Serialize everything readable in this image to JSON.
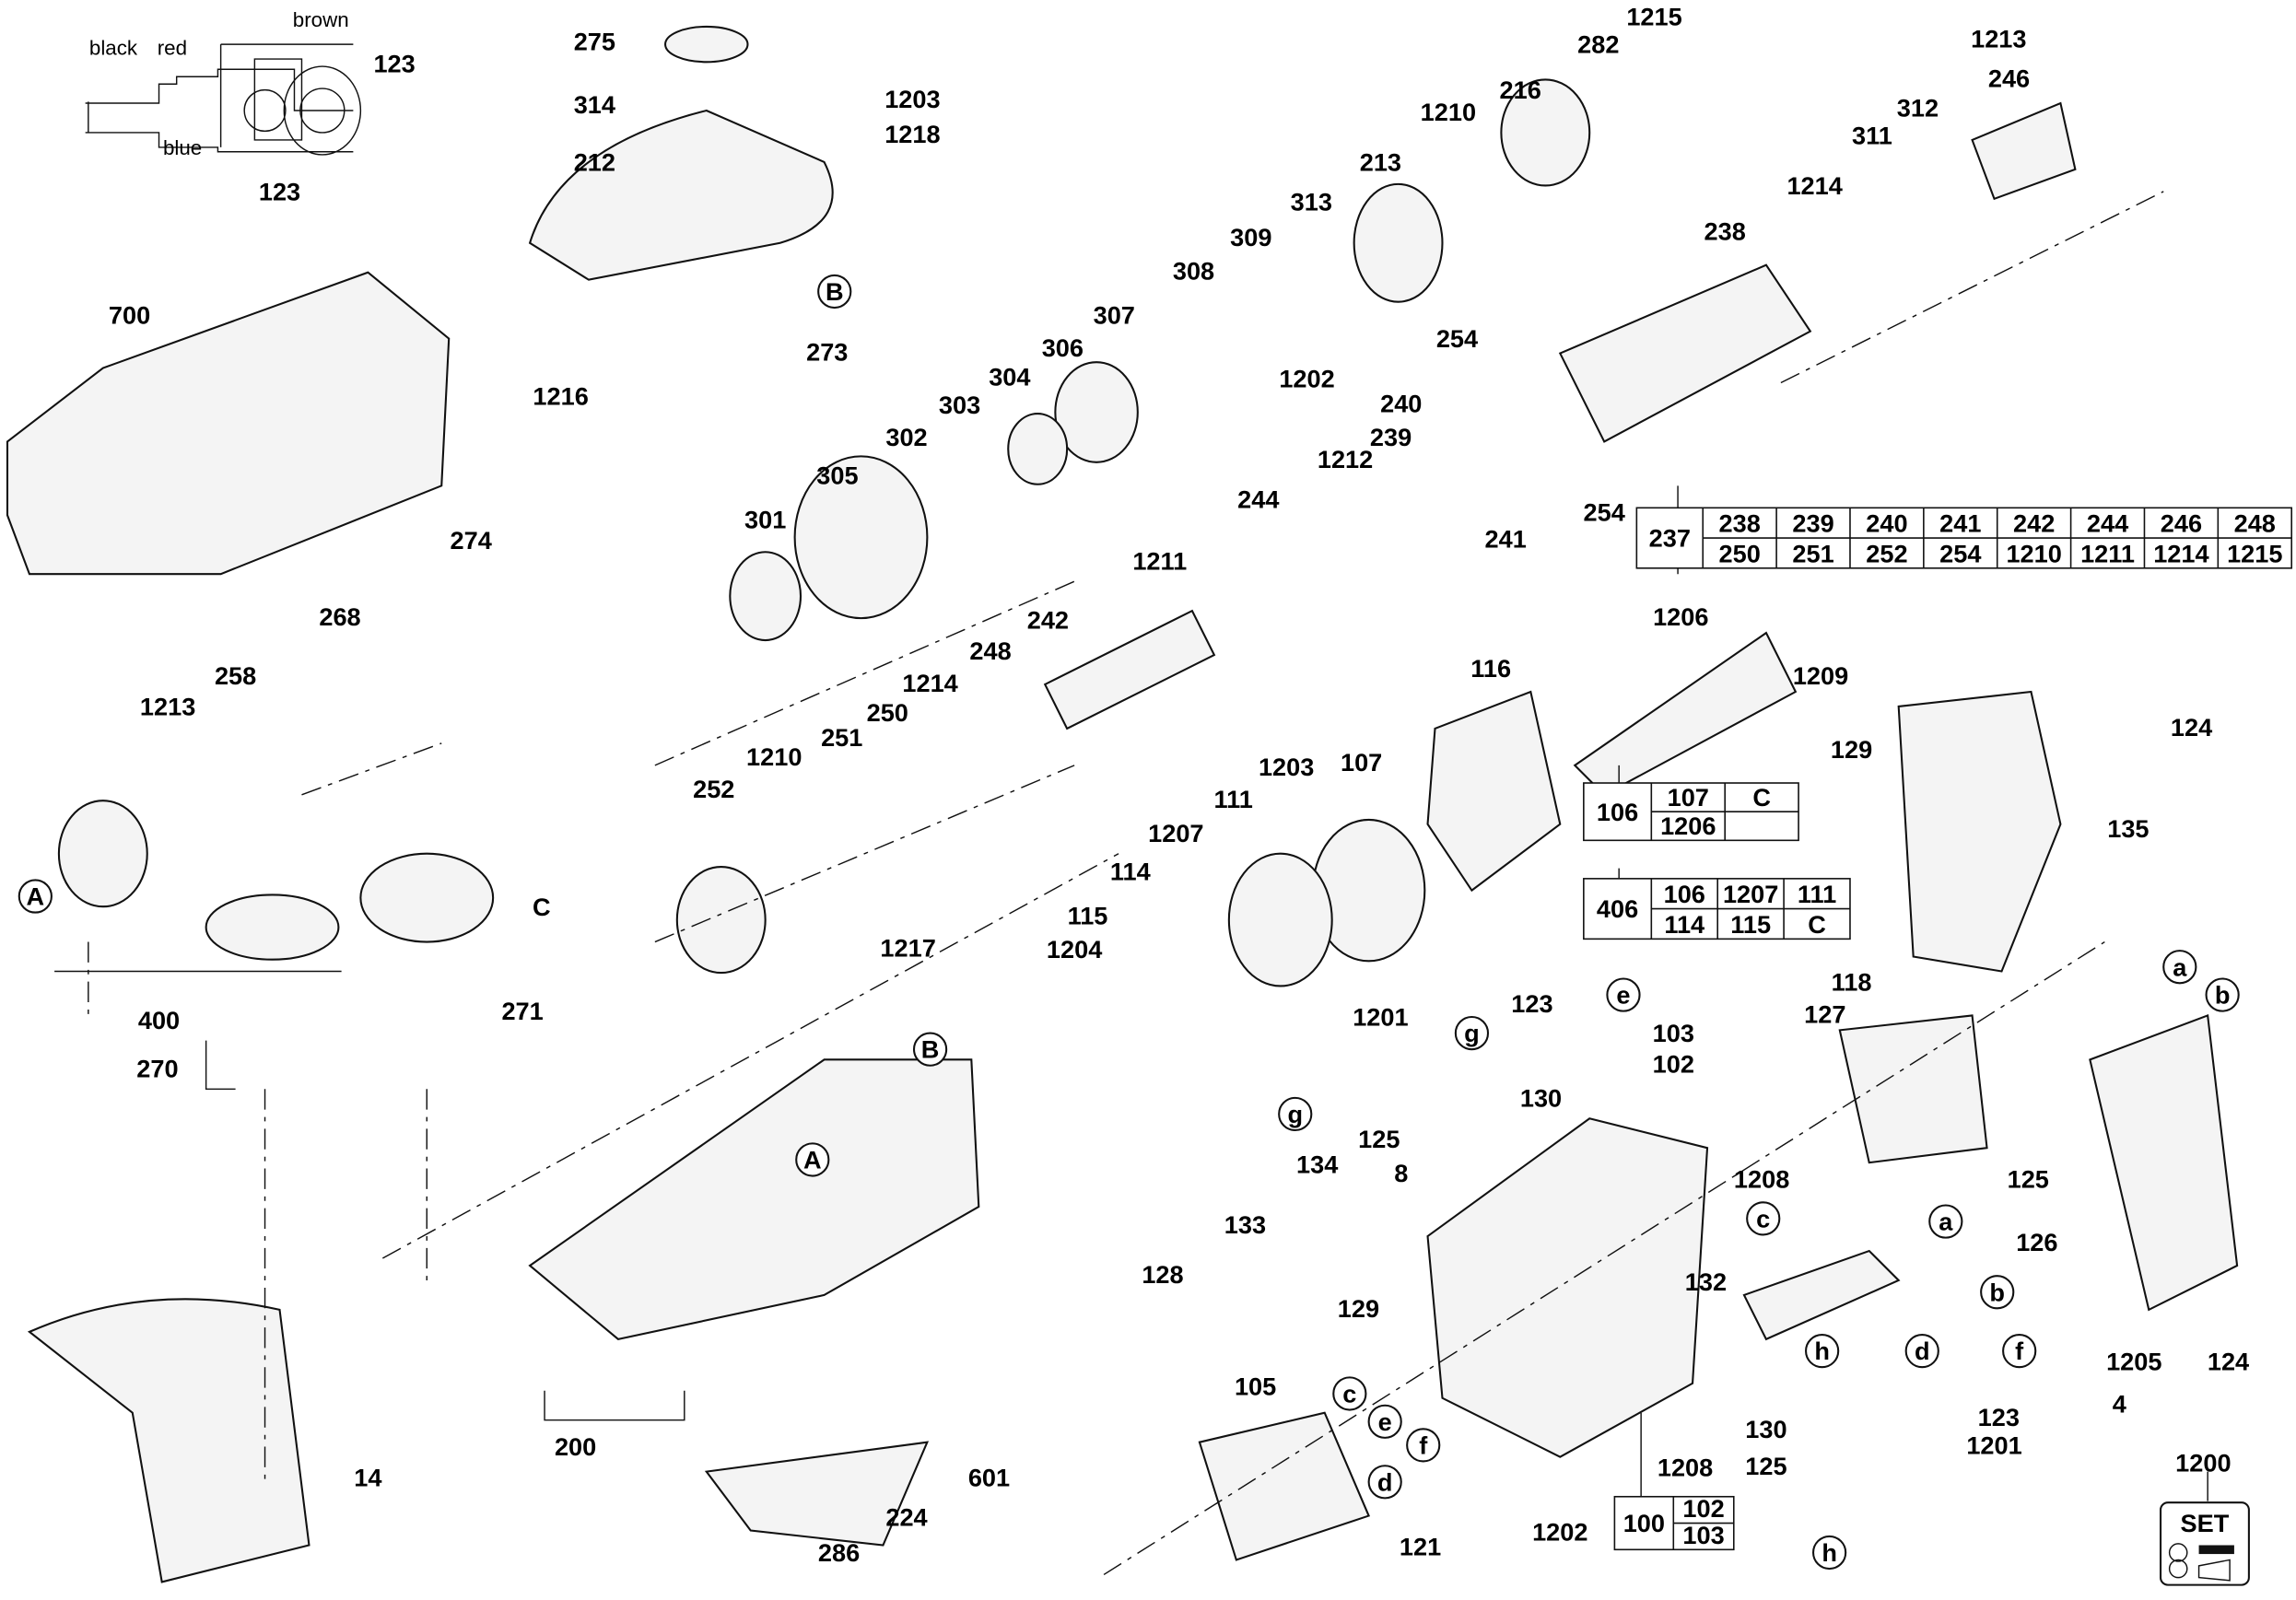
{
  "wiring": {
    "labels": [
      "black",
      "red",
      "brown",
      "blue"
    ],
    "callouts": [
      "123",
      "123"
    ]
  },
  "callouts": [
    "275",
    "314",
    "212",
    "1203",
    "1218",
    "273",
    "1216",
    "700",
    "1215",
    "282",
    "216",
    "1210",
    "213",
    "313",
    "309",
    "308",
    "307",
    "306",
    "304",
    "303",
    "302",
    "305",
    "301",
    "1202",
    "254",
    "238",
    "1214",
    "311",
    "312",
    "246",
    "1213",
    "240",
    "239",
    "1212",
    "244",
    "241",
    "254",
    "1211",
    "242",
    "248",
    "1214",
    "250",
    "251",
    "1210",
    "252",
    "274",
    "268",
    "258",
    "1213",
    "C",
    "400",
    "271",
    "270",
    "1217",
    "1206",
    "1209",
    "116",
    "124",
    "129",
    "135",
    "1203",
    "111",
    "107",
    "1207",
    "114",
    "115",
    "1204",
    "118",
    "127",
    "1201",
    "123",
    "103",
    "102",
    "130",
    "125",
    "8",
    "1208",
    "125",
    "134",
    "133",
    "126",
    "132",
    "128",
    "129",
    "1205",
    "124",
    "4",
    "105",
    "123",
    "130",
    "1201",
    "125",
    "200",
    "601",
    "224",
    "14",
    "286",
    "121",
    "1202",
    "1208",
    "1200"
  ],
  "markers": [
    "B",
    "A",
    "B",
    "A",
    "a",
    "b",
    "g",
    "e",
    "g",
    "c",
    "a",
    "b",
    "d",
    "f",
    "h",
    "c",
    "e",
    "f",
    "d",
    "h"
  ],
  "tables": {
    "t237": {
      "main": "237",
      "rows": [
        [
          "238",
          "239",
          "240",
          "241",
          "242",
          "244",
          "246",
          "248"
        ],
        [
          "250",
          "251",
          "252",
          "254",
          "1210",
          "1211",
          "1214",
          "1215"
        ]
      ]
    },
    "t106": {
      "main": "106",
      "rows": [
        [
          "107",
          "C"
        ],
        [
          "1206",
          ""
        ]
      ]
    },
    "t406": {
      "main": "406",
      "rows": [
        [
          "106",
          "1207",
          "111"
        ],
        [
          "114",
          "115",
          "C"
        ]
      ]
    },
    "t100": {
      "main": "100",
      "rows": [
        [
          "102"
        ],
        [
          "103"
        ]
      ]
    }
  },
  "set_badge": {
    "label": "SET"
  }
}
